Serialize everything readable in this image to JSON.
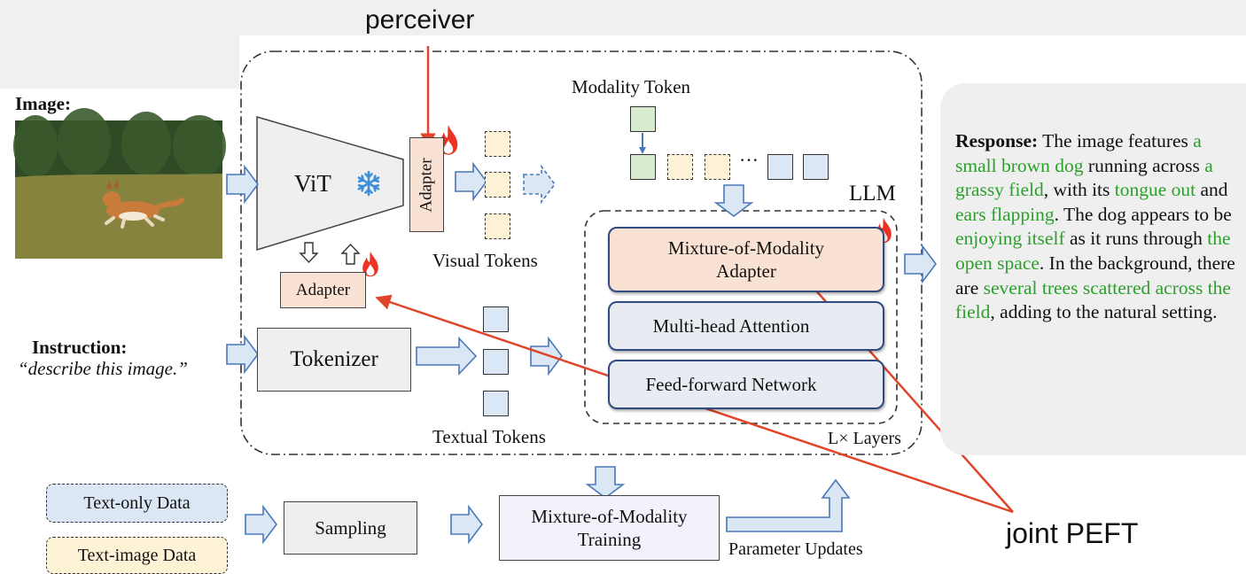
{
  "annotations": {
    "perceiver": "perceiver",
    "joint_peft": "joint PEFT"
  },
  "input": {
    "image_label": "Image:",
    "instruction_label": "Instruction:",
    "instruction_text": "“describe this image.”"
  },
  "encoder": {
    "vit": "ViT",
    "adapter_vertical": "Adapter",
    "adapter_small": "Adapter",
    "tokenizer": "Tokenizer"
  },
  "tokens": {
    "visual": "Visual Tokens",
    "textual": "Textual Tokens",
    "modality": "Modality Token",
    "ellipsis": "···"
  },
  "llm": {
    "label": "LLM",
    "mixture_line1": "Mixture-of-Modality",
    "mixture_line2": "Adapter",
    "attention": "Multi-head Attention",
    "ffn": "Feed-forward Network",
    "layers": "L× Layers"
  },
  "training": {
    "text_only": "Text-only Data",
    "text_image": "Text-image Data",
    "sampling": "Sampling",
    "mixture_line1": "Mixture-of-Modality",
    "mixture_line2": "Training",
    "parameter_updates": "Parameter Updates"
  },
  "response": {
    "segments": [
      {
        "text": "Response:",
        "style": "bold"
      },
      {
        "text": " The image features ",
        "style": "plain"
      },
      {
        "text": "a small brown dog",
        "style": "green"
      },
      {
        "text": " running across ",
        "style": "plain"
      },
      {
        "text": "a grassy field",
        "style": "green"
      },
      {
        "text": ", with its ",
        "style": "plain"
      },
      {
        "text": "tongue out",
        "style": "green"
      },
      {
        "text": " and ",
        "style": "plain"
      },
      {
        "text": "ears flapping",
        "style": "green"
      },
      {
        "text": ". The dog appears to be ",
        "style": "plain"
      },
      {
        "text": "enjoying itself",
        "style": "green"
      },
      {
        "text": " as it runs through ",
        "style": "plain"
      },
      {
        "text": "the open space",
        "style": "green"
      },
      {
        "text": ". In the background, there are ",
        "style": "plain"
      },
      {
        "text": "several trees scattered across the field",
        "style": "green"
      },
      {
        "text": ", adding to the natural setting.",
        "style": "plain"
      }
    ]
  },
  "icons": {
    "frozen": "snowflake-icon",
    "trainable": "flame-icon"
  },
  "colors": {
    "annotation": "#e0452a",
    "highlight": "#2ca02c",
    "arrow_fill": "#dbe7f5",
    "arrow_stroke": "#4a78b8",
    "adapter_fill": "#f9e1d4",
    "llm_border": "#2f4b80",
    "snowflake": "#3a8fd8",
    "flame": "#ee3322"
  }
}
